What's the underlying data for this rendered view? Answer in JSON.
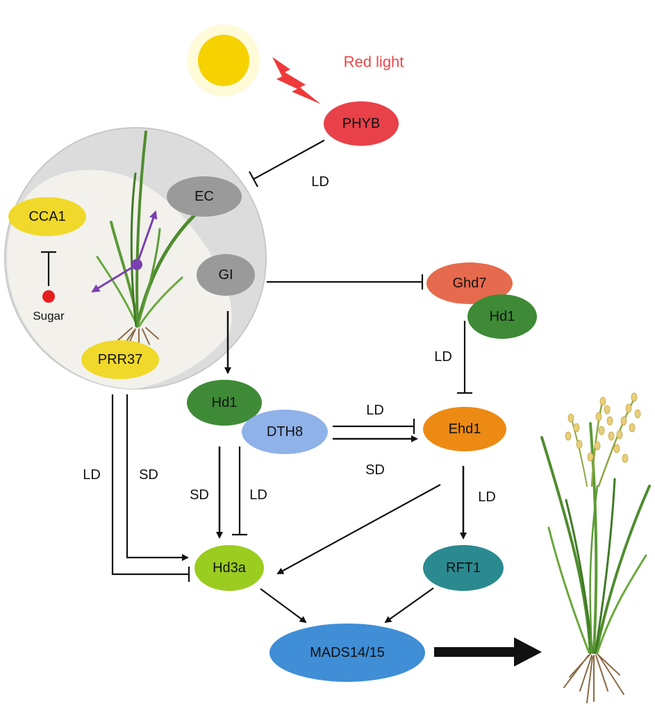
{
  "light": {
    "label": "Red light",
    "sun_color": "#f5d200",
    "bolt_color": "#ee3a3a",
    "label_color": "#e8484a"
  },
  "nodes": {
    "phyb": {
      "label": "PHYB",
      "color": "#e8414a"
    },
    "ec": {
      "label": "EC",
      "color": "#9a9a9a"
    },
    "gi": {
      "label": "GI",
      "color": "#9a9a9a"
    },
    "cca1": {
      "label": "CCA1",
      "color": "#f0d92a"
    },
    "prr37": {
      "label": "PRR37",
      "color": "#f0d92a"
    },
    "sugar": {
      "label": "Sugar",
      "color": "#e41e1e"
    },
    "ghd7": {
      "label": "Ghd7",
      "color": "#e66a4d"
    },
    "hd1_right": {
      "label": "Hd1",
      "color": "#3e8a36"
    },
    "hd1_center": {
      "label": "Hd1",
      "color": "#3e8a36"
    },
    "dth8": {
      "label": "DTH8",
      "color": "#8fb2e8"
    },
    "ehd1": {
      "label": "Ehd1",
      "color": "#ec8a14"
    },
    "hd3a": {
      "label": "Hd3a",
      "color": "#9acd1f"
    },
    "rft1": {
      "label": "RFT1",
      "color": "#2a8a90"
    },
    "mads": {
      "label": "MADS14/15",
      "color": "#3f8ed6"
    }
  },
  "edge_labels": {
    "phyb_ec": "LD",
    "ghd7_ehd1": "LD",
    "dth8_ehd1_top": "LD",
    "dth8_ehd1_bottom": "SD",
    "prr37_left": "LD",
    "prr37_right": "SD",
    "hd1_hd3a_left": "SD",
    "hd1_hd3a_right": "LD",
    "ehd1_rft1": "LD"
  },
  "clock": {
    "circle_color": "#dcdcdc",
    "hand_color": "#7a3fb0"
  }
}
